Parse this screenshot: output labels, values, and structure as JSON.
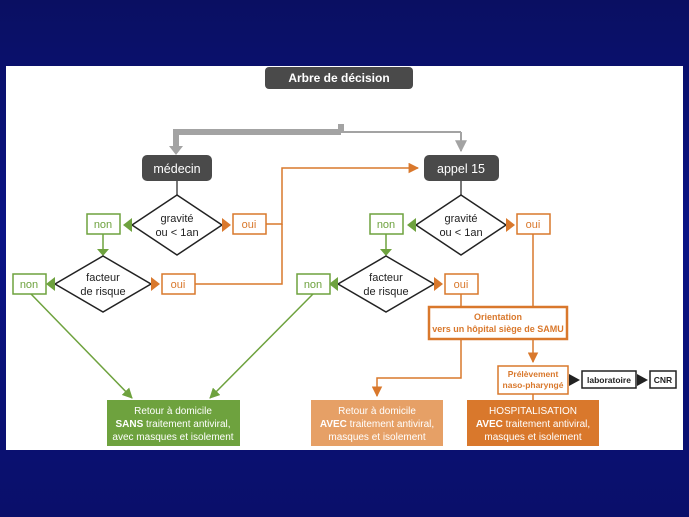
{
  "title": "Arbre de décision",
  "left": {
    "doctor": "médecin",
    "q1_line1": "gravité",
    "q1_line2": "ou < 1an",
    "no1": "non",
    "yes1": "oui",
    "q2_line1": "facteur",
    "q2_line2": "de risque",
    "no2": "non",
    "yes2": "oui"
  },
  "right": {
    "call": "appel 15",
    "q1_line1": "gravité",
    "q1_line2": "ou < 1an",
    "no1": "non",
    "yes1": "oui",
    "q2_line1": "facteur",
    "q2_line2": "de risque",
    "no2": "non",
    "yes2": "oui",
    "orientation_line1": "Orientation",
    "orientation_line2": "vers un hôpital siège de SAMU",
    "sample_line1": "Prélèvement",
    "sample_line2": "naso-pharyngé",
    "laboratory": "laboratoire",
    "cnr": "CNR"
  },
  "outcomes": {
    "home_without": {
      "line1": "Retour à domicile",
      "line2_bold": "SANS",
      "line2_rest": " traitement antiviral,",
      "line3": "avec masques et isolement"
    },
    "home_with": {
      "line1": "Retour à domicile",
      "line2_bold": "AVEC",
      "line2_rest": " traitement antiviral,",
      "line3": "masques et isolement"
    },
    "hospital": {
      "line1": "HOSPITALISATION",
      "line2_bold": "AVEC",
      "line2_rest": "  traitement antiviral,",
      "line3": "masques et isolement"
    }
  },
  "colors": {
    "green": "#6ea23e",
    "orange": "#d9782c",
    "light_orange": "#e6a066",
    "dark": "#4a4a4a",
    "gray_arrow": "#a3a3a3"
  }
}
